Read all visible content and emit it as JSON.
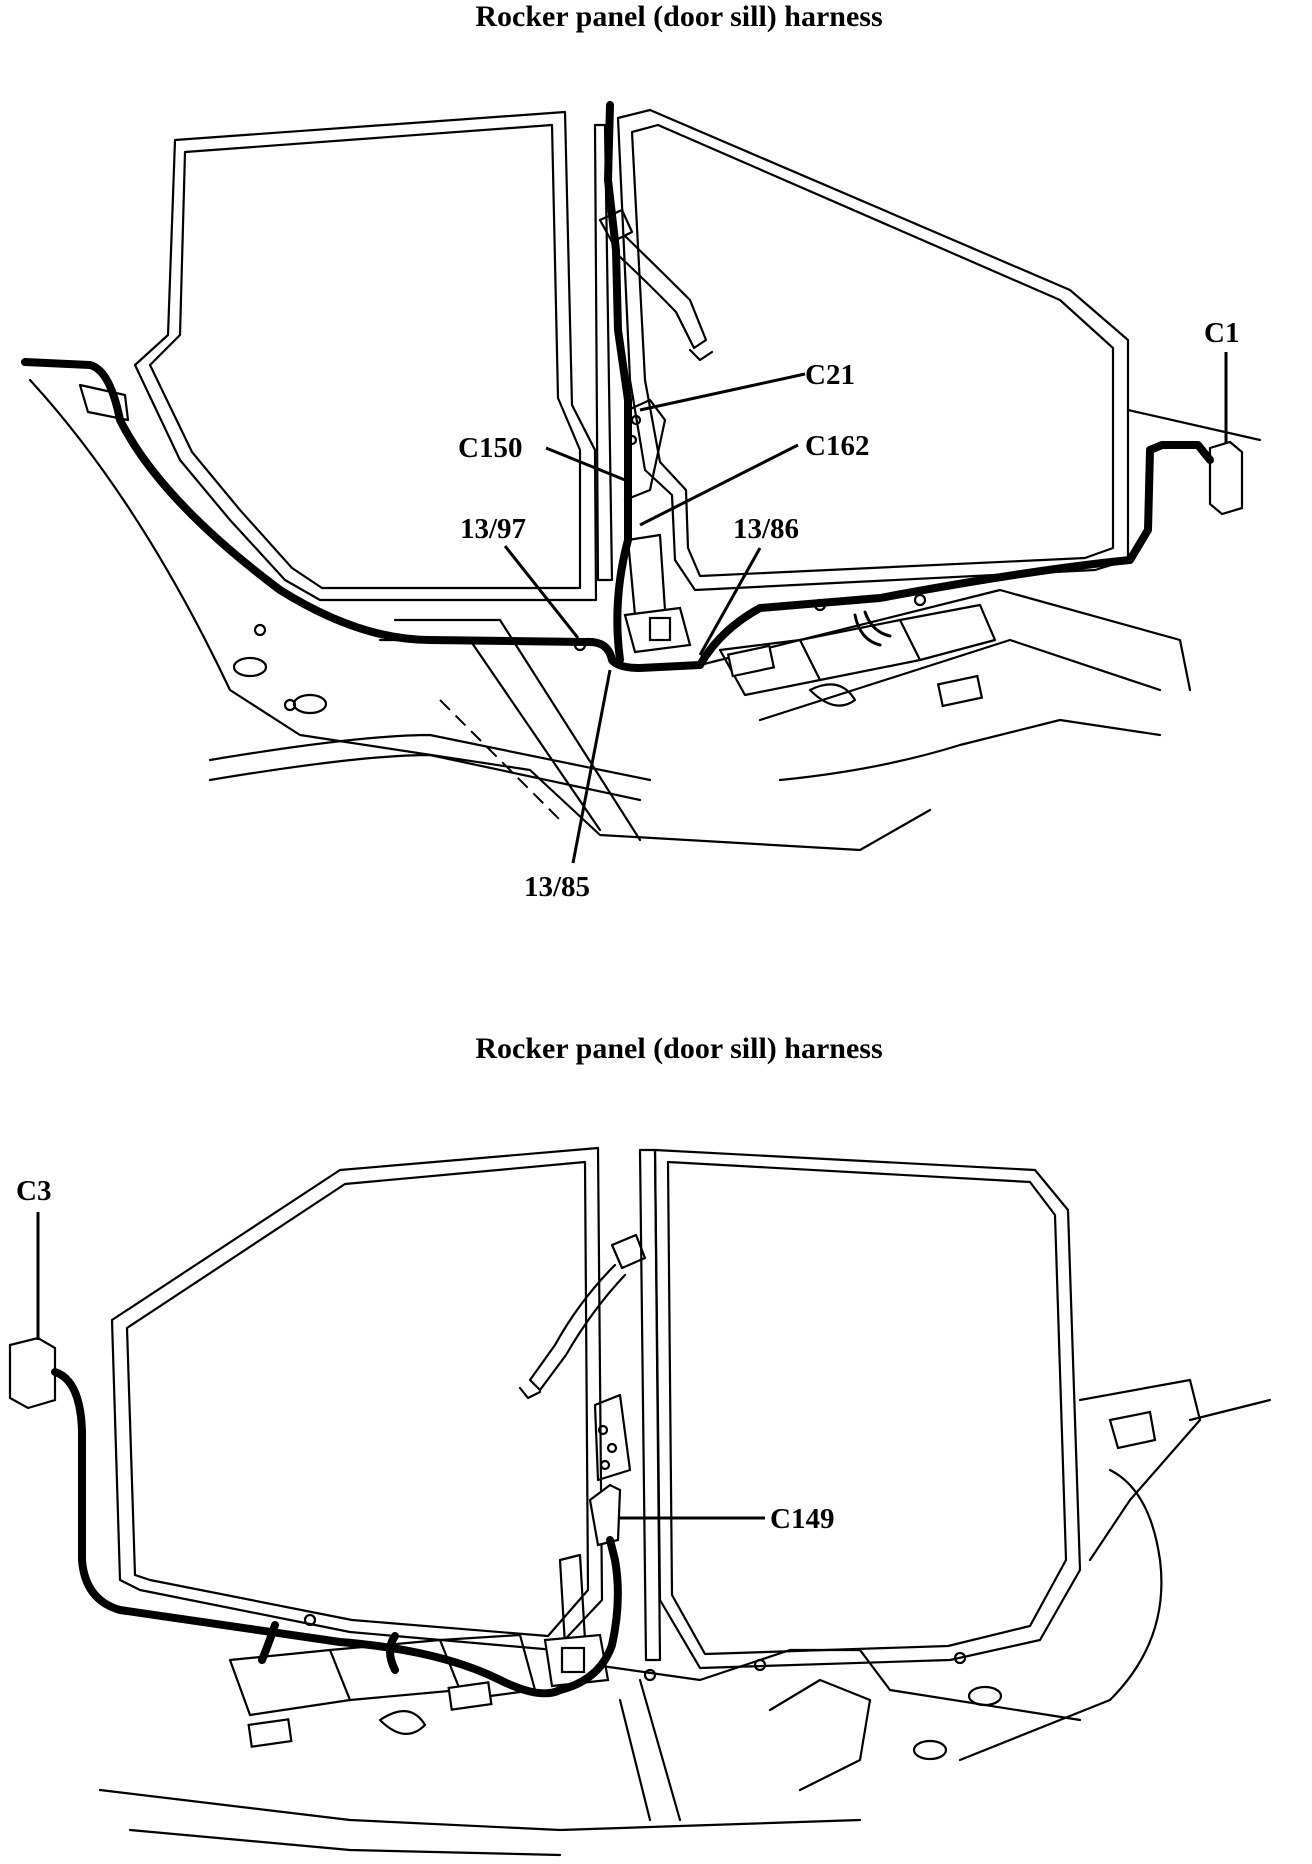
{
  "diagrams": [
    {
      "title": "Rocker panel (door sill) harness",
      "labels": {
        "c1": "C1",
        "c21": "C21",
        "c150": "C150",
        "c162": "C162",
        "l1397": "13/97",
        "l1386": "13/86",
        "l1385": "13/85"
      }
    },
    {
      "title": "Rocker panel (door sill) harness",
      "labels": {
        "c3": "C3",
        "c149": "C149"
      }
    }
  ]
}
